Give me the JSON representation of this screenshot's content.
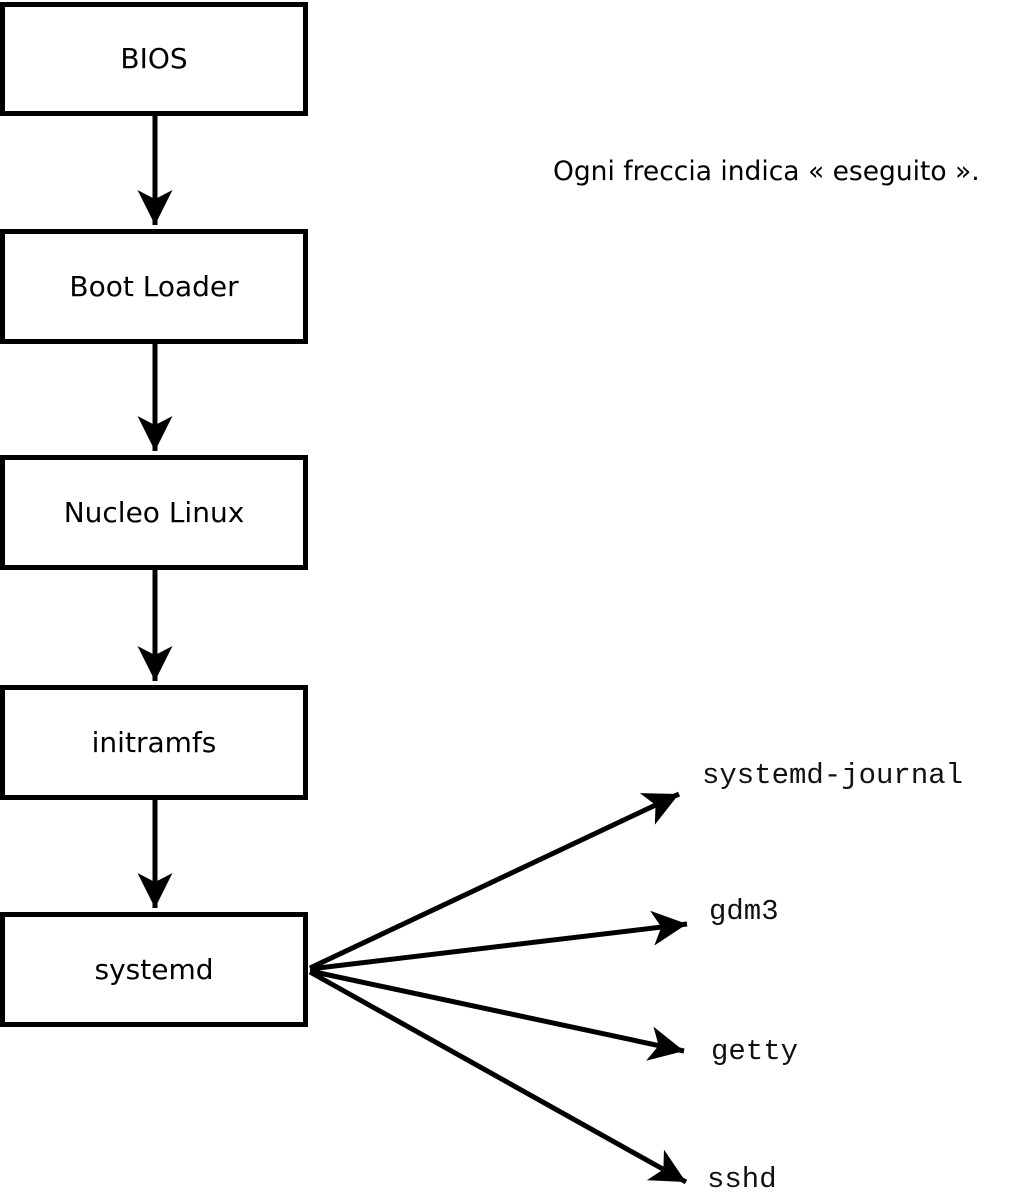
{
  "diagram": {
    "caption": "Ogni freccia indica « eseguito ».",
    "boxes": [
      {
        "id": "bios",
        "label": "BIOS"
      },
      {
        "id": "boot-loader",
        "label": "Boot Loader"
      },
      {
        "id": "nucleo-linux",
        "label": "Nucleo Linux"
      },
      {
        "id": "initramfs",
        "label": "initramfs"
      },
      {
        "id": "systemd",
        "label": "systemd"
      }
    ],
    "services": [
      {
        "id": "systemd-journal",
        "label": "systemd-journal"
      },
      {
        "id": "gdm3",
        "label": "gdm3"
      },
      {
        "id": "getty",
        "label": "getty"
      },
      {
        "id": "sshd",
        "label": "sshd"
      }
    ],
    "colors": {
      "line": "#000000",
      "background": "#ffffff"
    }
  }
}
